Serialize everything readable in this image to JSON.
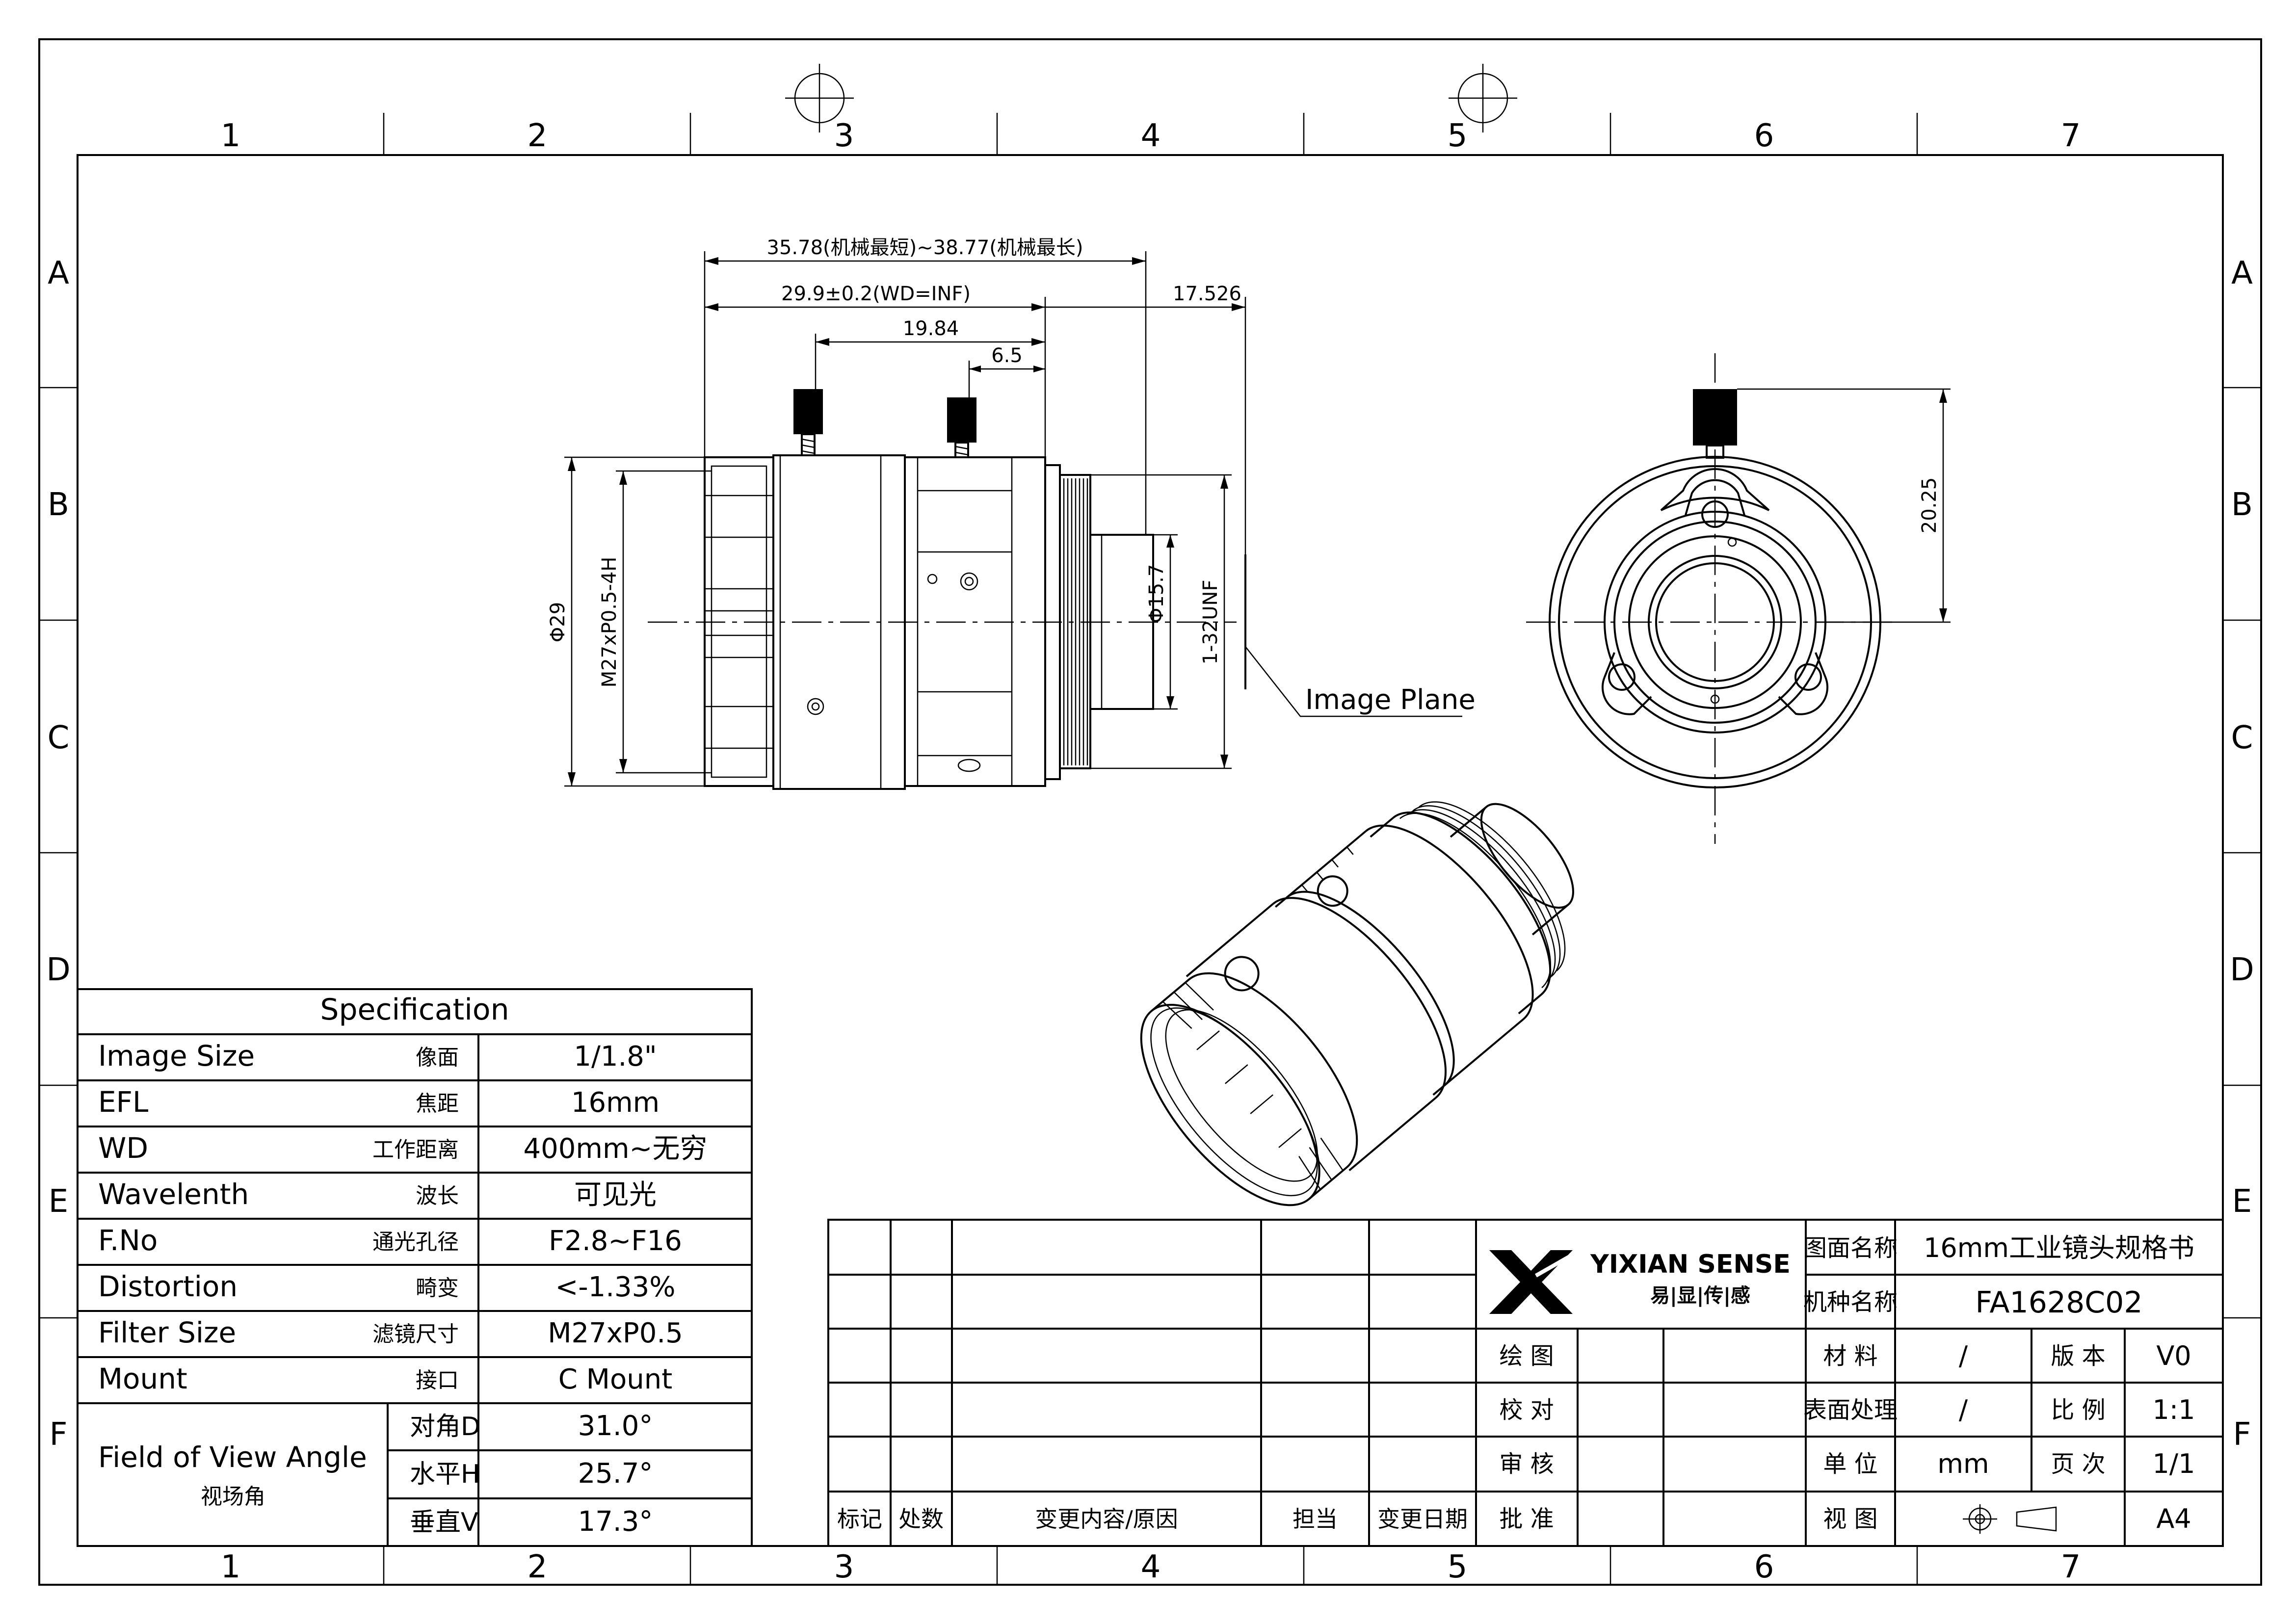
{
  "frame": {
    "columns": [
      "1",
      "2",
      "3",
      "4",
      "5",
      "6",
      "7"
    ],
    "rows": [
      "A",
      "B",
      "C",
      "D",
      "E",
      "F"
    ]
  },
  "dimensions": {
    "overall": "35.78(机械最短)~38.77(机械最长)",
    "flange": "29.9±0.2(WD=INF)",
    "screw_spacing": "19.84",
    "screw_offset": "6.5",
    "back_focus": "17.526",
    "diameter": "Φ29",
    "filter_thread": "M27xP0.5-4H",
    "mount_diameter": "Φ15.7",
    "mount_thread": "1-32UNF",
    "screw_height": "20.25",
    "image_plane": "Image Plane"
  },
  "spec": {
    "title": "Specification",
    "rows": [
      {
        "en": "Image Size",
        "cn": "像面",
        "value": "1/1.8\""
      },
      {
        "en": "EFL",
        "cn": "焦距",
        "value": "16mm"
      },
      {
        "en": "WD",
        "cn": "工作距离",
        "value": "400mm~无穷"
      },
      {
        "en": "Wavelenth",
        "cn": "波长",
        "value": "可见光"
      },
      {
        "en": "F.No",
        "cn": "通光孔径",
        "value": "F2.8~F16"
      },
      {
        "en": "Distortion",
        "cn": "畸变",
        "value": "<-1.33%"
      },
      {
        "en": "Filter Size",
        "cn": "滤镜尺寸",
        "value": "M27xP0.5"
      },
      {
        "en": "Mount",
        "cn": "接口",
        "value": "C Mount"
      }
    ],
    "fov": {
      "label_en": "Field of View Angle",
      "label_cn": "视场角",
      "rows": [
        {
          "cn": "对角D",
          "value": "31.0°"
        },
        {
          "cn": "水平H",
          "value": "25.7°"
        },
        {
          "cn": "垂直V",
          "value": "17.3°"
        }
      ]
    }
  },
  "revision_table": {
    "headers": [
      "标记",
      "处数",
      "变更内容/原因",
      "担当",
      "变更日期"
    ]
  },
  "brand": {
    "name": "YIXIAN SENSE",
    "name_cn": "易|显|传|感"
  },
  "signoff": [
    "绘 图",
    "校 对",
    "审 核",
    "批 准"
  ],
  "title_block": {
    "drawing_name_label": "图面名称",
    "drawing_name": "16mm工业镜头规格书",
    "model_label": "机种名称",
    "model": "FA1628C02",
    "material_label": "材 料",
    "material": "/",
    "version_label": "版 本",
    "version": "V0",
    "surface_label": "表面处理",
    "surface": "/",
    "scale_label": "比 例",
    "scale": "1:1",
    "unit_label": "单 位",
    "unit": "mm",
    "page_label": "页 次",
    "page": "1/1",
    "view_label": "视 图",
    "paper": "A4"
  }
}
